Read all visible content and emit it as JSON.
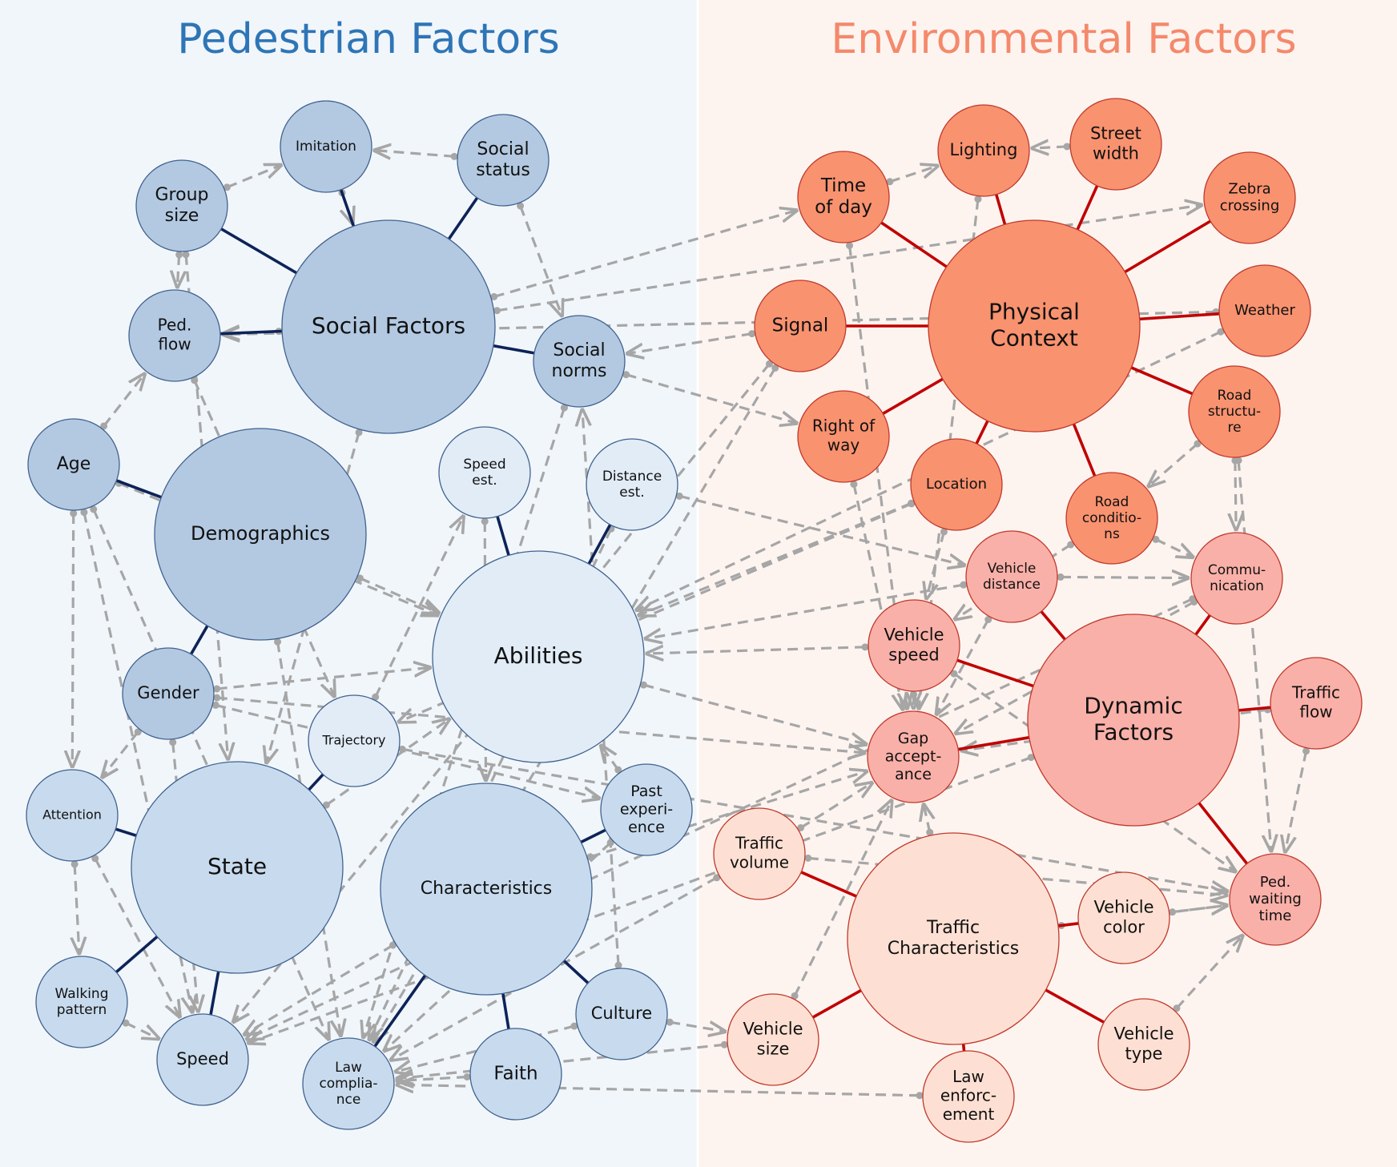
{
  "panels": {
    "left_title": "Pedestrian Factors",
    "right_title": "Environmental Factors",
    "left_title_color": "#2e75b6",
    "right_title_color": "#f4896b",
    "left_bg": "#f1f6fb",
    "right_bg": "#fdf4f0"
  },
  "colors": {
    "ped_link": "#0d2358",
    "env_link": "#c00000",
    "dep_arrow": "#a6a6a6"
  },
  "nodes": [
    {
      "id": "social_factors",
      "lines": [
        "Social Factors"
      ]
    },
    {
      "id": "demographics",
      "lines": [
        "Demographics"
      ]
    },
    {
      "id": "abilities",
      "lines": [
        "Abilities"
      ]
    },
    {
      "id": "state",
      "lines": [
        "State"
      ]
    },
    {
      "id": "characteristics",
      "lines": [
        "Characteristics"
      ]
    },
    {
      "id": "imitation",
      "lines": [
        "Imitation"
      ]
    },
    {
      "id": "social_status",
      "lines": [
        "Social",
        "status"
      ]
    },
    {
      "id": "group_size",
      "lines": [
        "Group",
        "size"
      ]
    },
    {
      "id": "ped_flow",
      "lines": [
        "Ped.",
        "flow"
      ]
    },
    {
      "id": "social_norms",
      "lines": [
        "Social",
        "norms"
      ]
    },
    {
      "id": "age",
      "lines": [
        "Age"
      ]
    },
    {
      "id": "gender",
      "lines": [
        "Gender"
      ]
    },
    {
      "id": "speed_est",
      "lines": [
        "Speed",
        "est."
      ]
    },
    {
      "id": "distance_est",
      "lines": [
        "Distance",
        "est."
      ]
    },
    {
      "id": "trajectory",
      "lines": [
        "Trajectory"
      ]
    },
    {
      "id": "attention",
      "lines": [
        "Attention"
      ]
    },
    {
      "id": "walking_pattern",
      "lines": [
        "Walking",
        "pattern"
      ]
    },
    {
      "id": "speed",
      "lines": [
        "Speed"
      ]
    },
    {
      "id": "law_compliance",
      "lines": [
        "Law",
        "complia-",
        "nce"
      ]
    },
    {
      "id": "faith",
      "lines": [
        "Faith"
      ]
    },
    {
      "id": "culture",
      "lines": [
        "Culture"
      ]
    },
    {
      "id": "past_experience",
      "lines": [
        "Past",
        "experi-",
        "ence"
      ]
    },
    {
      "id": "physical_context",
      "lines": [
        "Physical",
        "Context"
      ]
    },
    {
      "id": "time_of_day",
      "lines": [
        "Time",
        "of day"
      ]
    },
    {
      "id": "lighting",
      "lines": [
        "Lighting"
      ]
    },
    {
      "id": "street_width",
      "lines": [
        "Street",
        "width"
      ]
    },
    {
      "id": "zebra_crossing",
      "lines": [
        "Zebra",
        "crossing"
      ]
    },
    {
      "id": "signal",
      "lines": [
        "Signal"
      ]
    },
    {
      "id": "weather",
      "lines": [
        "Weather"
      ]
    },
    {
      "id": "road_structure",
      "lines": [
        "Road",
        "structu-",
        "re"
      ]
    },
    {
      "id": "right_of_way",
      "lines": [
        "Right of",
        "way"
      ]
    },
    {
      "id": "location",
      "lines": [
        "Location"
      ]
    },
    {
      "id": "road_conditions",
      "lines": [
        "Road",
        "conditio-",
        "ns"
      ]
    },
    {
      "id": "dynamic_factors",
      "lines": [
        "Dynamic",
        "Factors"
      ]
    },
    {
      "id": "vehicle_distance",
      "lines": [
        "Vehicle",
        "distance"
      ]
    },
    {
      "id": "communication",
      "lines": [
        "Commu-",
        "nication"
      ]
    },
    {
      "id": "vehicle_speed",
      "lines": [
        "Vehicle",
        "speed"
      ]
    },
    {
      "id": "traffic_flow",
      "lines": [
        "Traffic",
        "flow"
      ]
    },
    {
      "id": "gap_acceptance",
      "lines": [
        "Gap",
        "accept-",
        "ance"
      ]
    },
    {
      "id": "ped_waiting_time",
      "lines": [
        "Ped.",
        "waiting",
        "time"
      ]
    },
    {
      "id": "traffic_characteristics",
      "lines": [
        "Traffic",
        "Characteristics"
      ]
    },
    {
      "id": "traffic_volume",
      "lines": [
        "Traffic",
        "volume"
      ]
    },
    {
      "id": "vehicle_color",
      "lines": [
        "Vehicle",
        "color"
      ]
    },
    {
      "id": "vehicle_type",
      "lines": [
        "Vehicle",
        "type"
      ]
    },
    {
      "id": "vehicle_size",
      "lines": [
        "Vehicle",
        "size"
      ]
    },
    {
      "id": "law_enforcement",
      "lines": [
        "Law",
        "enforc-",
        "ement"
      ]
    }
  ]
}
